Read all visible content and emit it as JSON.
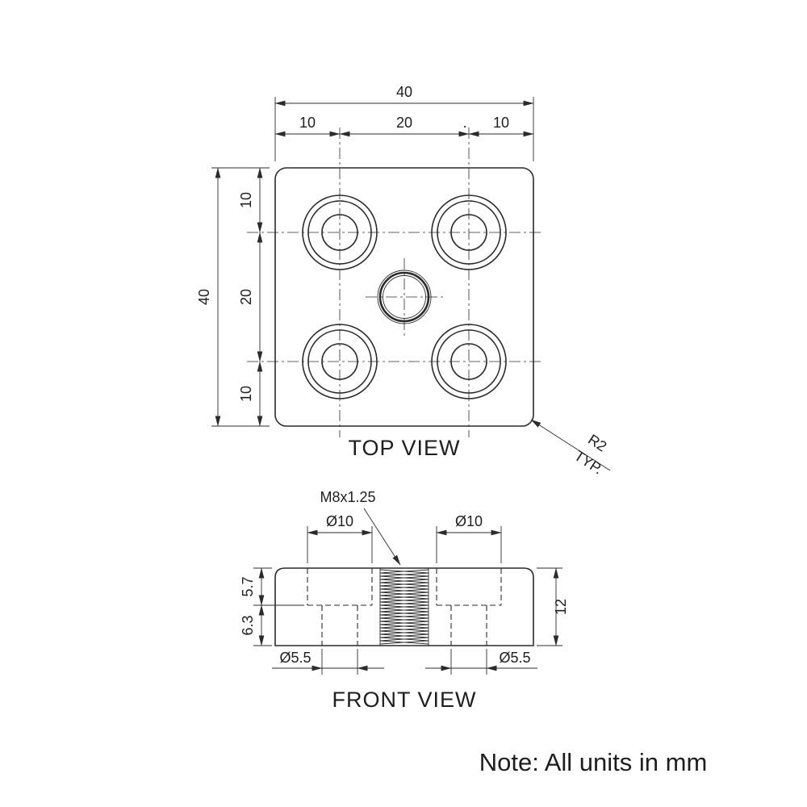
{
  "top_view": {
    "title": "TOP VIEW",
    "dim_width_total": "40",
    "dim_width_left": "10",
    "dim_width_mid": "20",
    "dim_width_right": "10",
    "stray_dot": ".",
    "dim_height_total": "40",
    "dim_height_top": "10",
    "dim_height_mid": "20",
    "dim_height_bottom": "10",
    "corner_radius": "R2",
    "corner_radius_qualifier": "TYP."
  },
  "front_view": {
    "title": "FRONT VIEW",
    "thread_callout": "M8x1.25",
    "dim_cbore_dia_left": "Ø10",
    "dim_cbore_dia_right": "Ø10",
    "dim_cbore_depth": "5.7",
    "dim_lower_depth": "6.3",
    "dim_thickness": "12",
    "dim_hole_dia_left": "Ø5.5",
    "dim_hole_dia_right": "Ø5.5"
  },
  "footer": {
    "note": "Note: All units in mm"
  },
  "colors": {
    "line": "#2b2b2b",
    "background": "#ffffff"
  }
}
